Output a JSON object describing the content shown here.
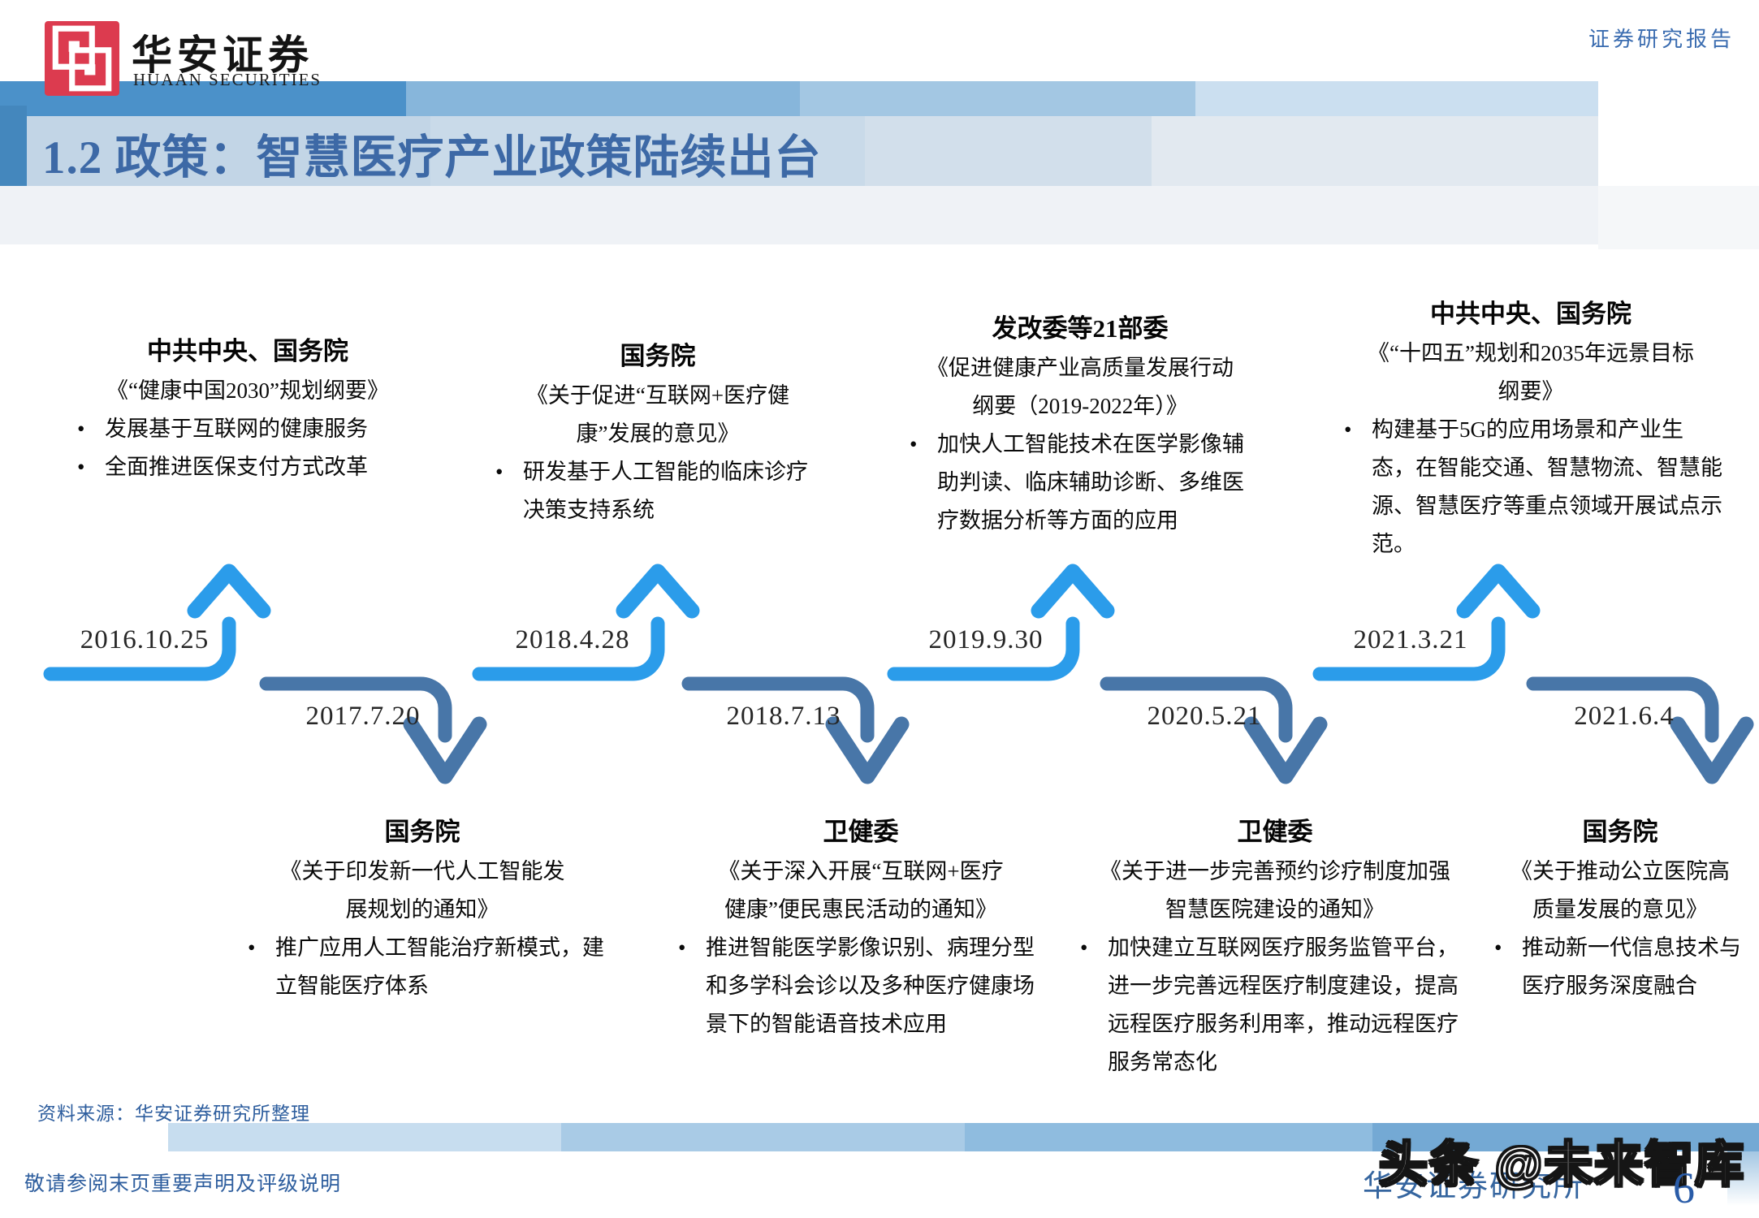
{
  "header": {
    "logo_cn": "华安证券",
    "logo_en": "HUAAN SECURITIES",
    "report_tag": "证券研究报告"
  },
  "title": "1.2 政策：智慧医疗产业政策陆续出台",
  "timeline": {
    "top": [
      {
        "date": "2016.10.25",
        "org": "中共中央、国务院",
        "doc": "《“健康中国2030”规划纲要》",
        "bullets": [
          "发展基于互联网的健康服务",
          "全面推进医保支付方式改革"
        ]
      },
      {
        "date": "2018.4.28",
        "org": "国务院",
        "doc": "《关于促进“互联网+医疗健\n康”发展的意见》",
        "bullets": [
          "研发基于人工智能的临床诊疗决策支持系统"
        ]
      },
      {
        "date": "2019.9.30",
        "org": "发改委等21部委",
        "doc": "《促进健康产业高质量发展行动\n纲要（2019-2022年）》",
        "bullets": [
          "加快人工智能技术在医学影像辅助判读、临床辅助诊断、多维医疗数据分析等方面的应用"
        ]
      },
      {
        "date": "2021.3.21",
        "org": "中共中央、国务院",
        "doc": "《“十四五”规划和2035年远景目标\n纲要》",
        "bullets": [
          "构建基于5G的应用场景和产业生态，在智能交通、智慧物流、智慧能源、智慧医疗等重点领域开展试点示范。"
        ]
      }
    ],
    "bottom": [
      {
        "date": "2017.7.20",
        "org": "国务院",
        "doc": "《关于印发新一代人工智能发\n展规划的通知》",
        "bullets": [
          "推广应用人工智能治疗新模式，建立智能医疗体系"
        ]
      },
      {
        "date": "2018.7.13",
        "org": "卫健委",
        "doc": "《关于深入开展“互联网+医疗\n健康”便民惠民活动的通知》",
        "bullets": [
          "推进智能医学影像识别、病理分型和多学科会诊以及多种医疗健康场景下的智能语音技术应用"
        ]
      },
      {
        "date": "2020.5.21",
        "org": "卫健委",
        "doc": "《关于进一步完善预约诊疗制度加强\n智慧医院建设的通知》",
        "bullets": [
          "加快建立互联网医疗服务监管平台，进一步完善远程医疗制度建设，提高远程医疗服务利用率，推动远程医疗服务常态化"
        ]
      },
      {
        "date": "2021.6.4",
        "org": "国务院",
        "doc": "《关于推动公立医院高\n质量发展的意见》",
        "bullets": [
          "推动新一代信息技术与医疗服务深度融合"
        ]
      }
    ]
  },
  "footer": {
    "source": "资料来源：华安证券研究所整理",
    "disclaimer": "敬请参阅末页重要声明及评级说明",
    "institute": "华安证券研究所",
    "watermark": "头条 @未来智库",
    "page_number": "6"
  },
  "colors": {
    "brand_red": "#dc3b4f",
    "arrow_light_blue": "#2b9cea",
    "arrow_dark_blue": "#4876a8",
    "title_blue": "#3d69a6",
    "footer_blue": "#2e5e9e"
  },
  "bullet_char": "•"
}
